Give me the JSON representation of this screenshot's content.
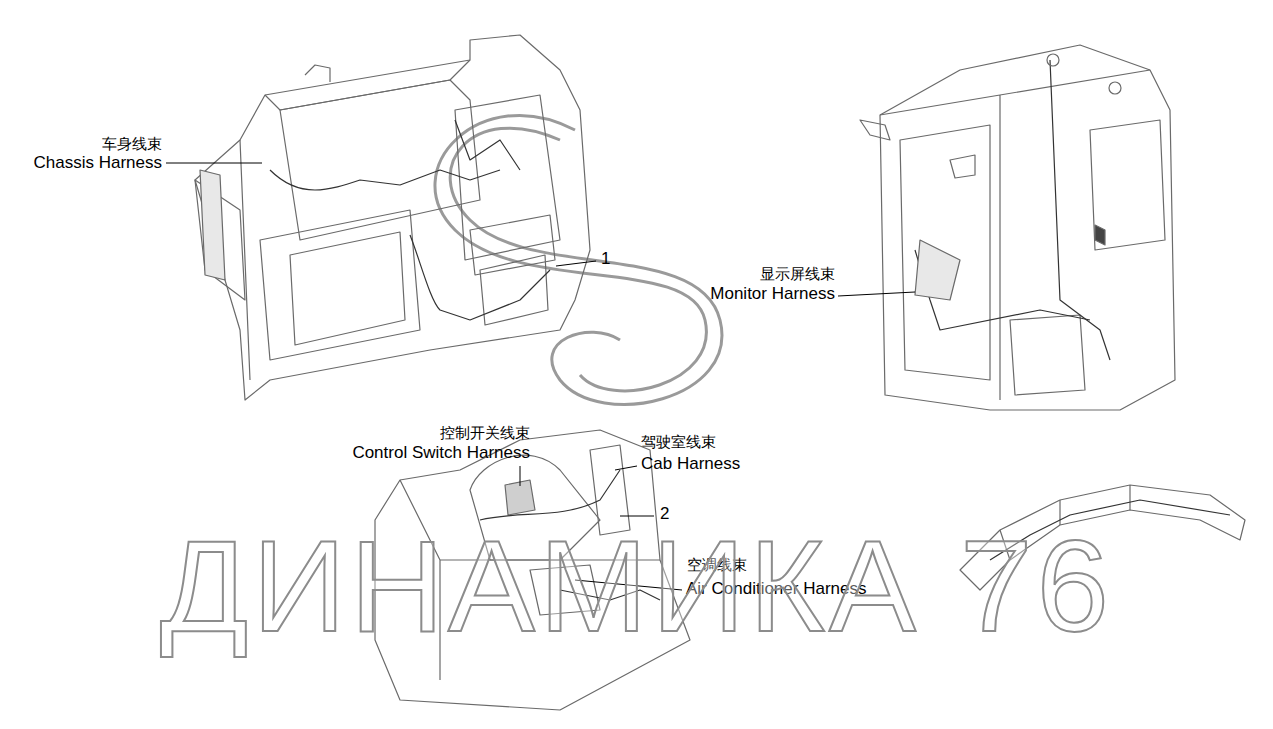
{
  "diagram": {
    "labels": [
      "车身线束",
      "Chassis Harness",
      "1",
      "显示屏线束",
      "Monitor Harness",
      "控制开关线束",
      "Control Switch Harness",
      "驾驶室线束",
      "Cab Harness",
      "2",
      "空调线束",
      "Air Conditioner Harness",
      "ДИНАМИКА 76"
    ]
  }
}
